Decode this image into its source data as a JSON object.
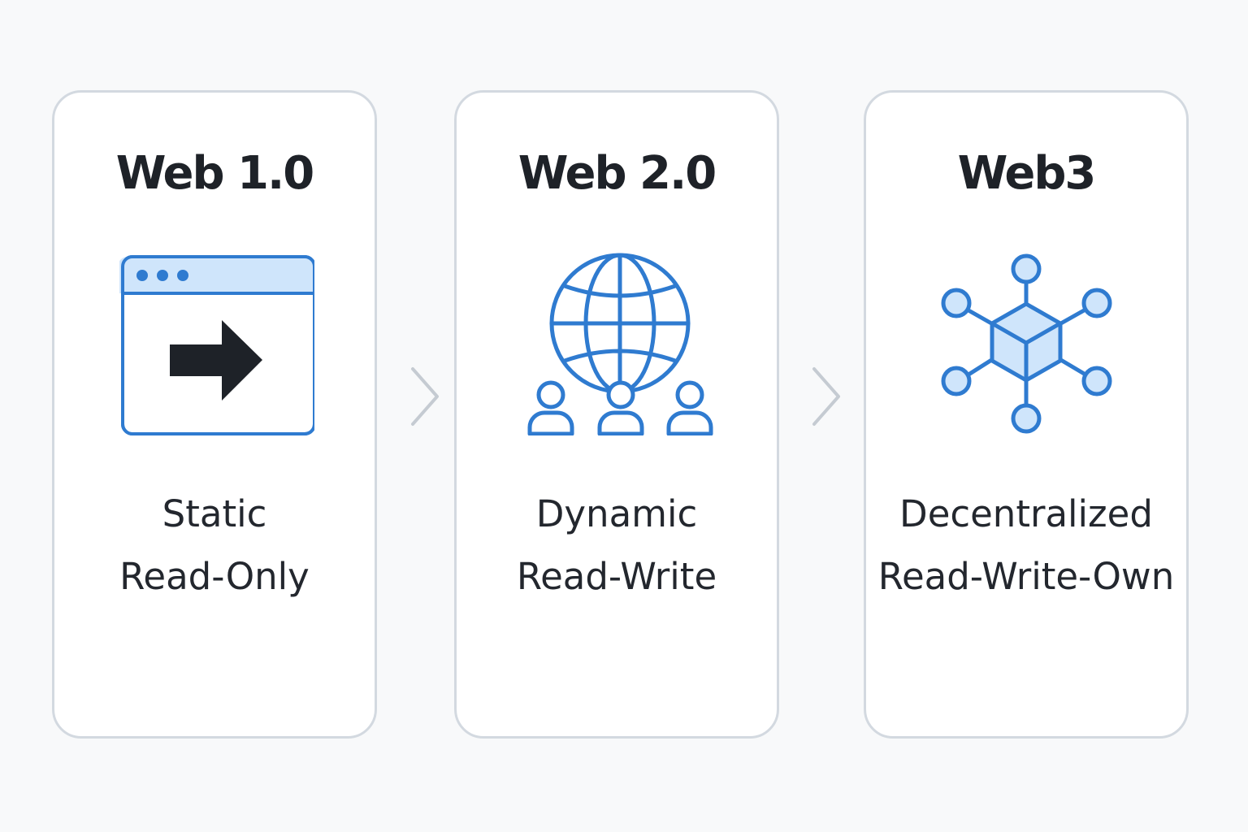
{
  "colors": {
    "accent": "#2f7bd0",
    "accent_light": "#cfe5fb",
    "dark": "#1e2228",
    "card_border": "#d3d9e0",
    "chevron": "#c5cbd2"
  },
  "cards": [
    {
      "title": "Web 1.0",
      "icon": "browser-window-arrow-icon",
      "line1": "Static",
      "line2": "Read-Only"
    },
    {
      "title": "Web 2.0",
      "icon": "globe-users-icon",
      "line1": "Dynamic",
      "line2": "Read-Write"
    },
    {
      "title": "Web3",
      "icon": "decentralized-network-icon",
      "line1": "Decentralized",
      "line2": "Read-Write-Own"
    }
  ],
  "connectors": [
    "chevron-right-icon",
    "chevron-right-icon"
  ]
}
